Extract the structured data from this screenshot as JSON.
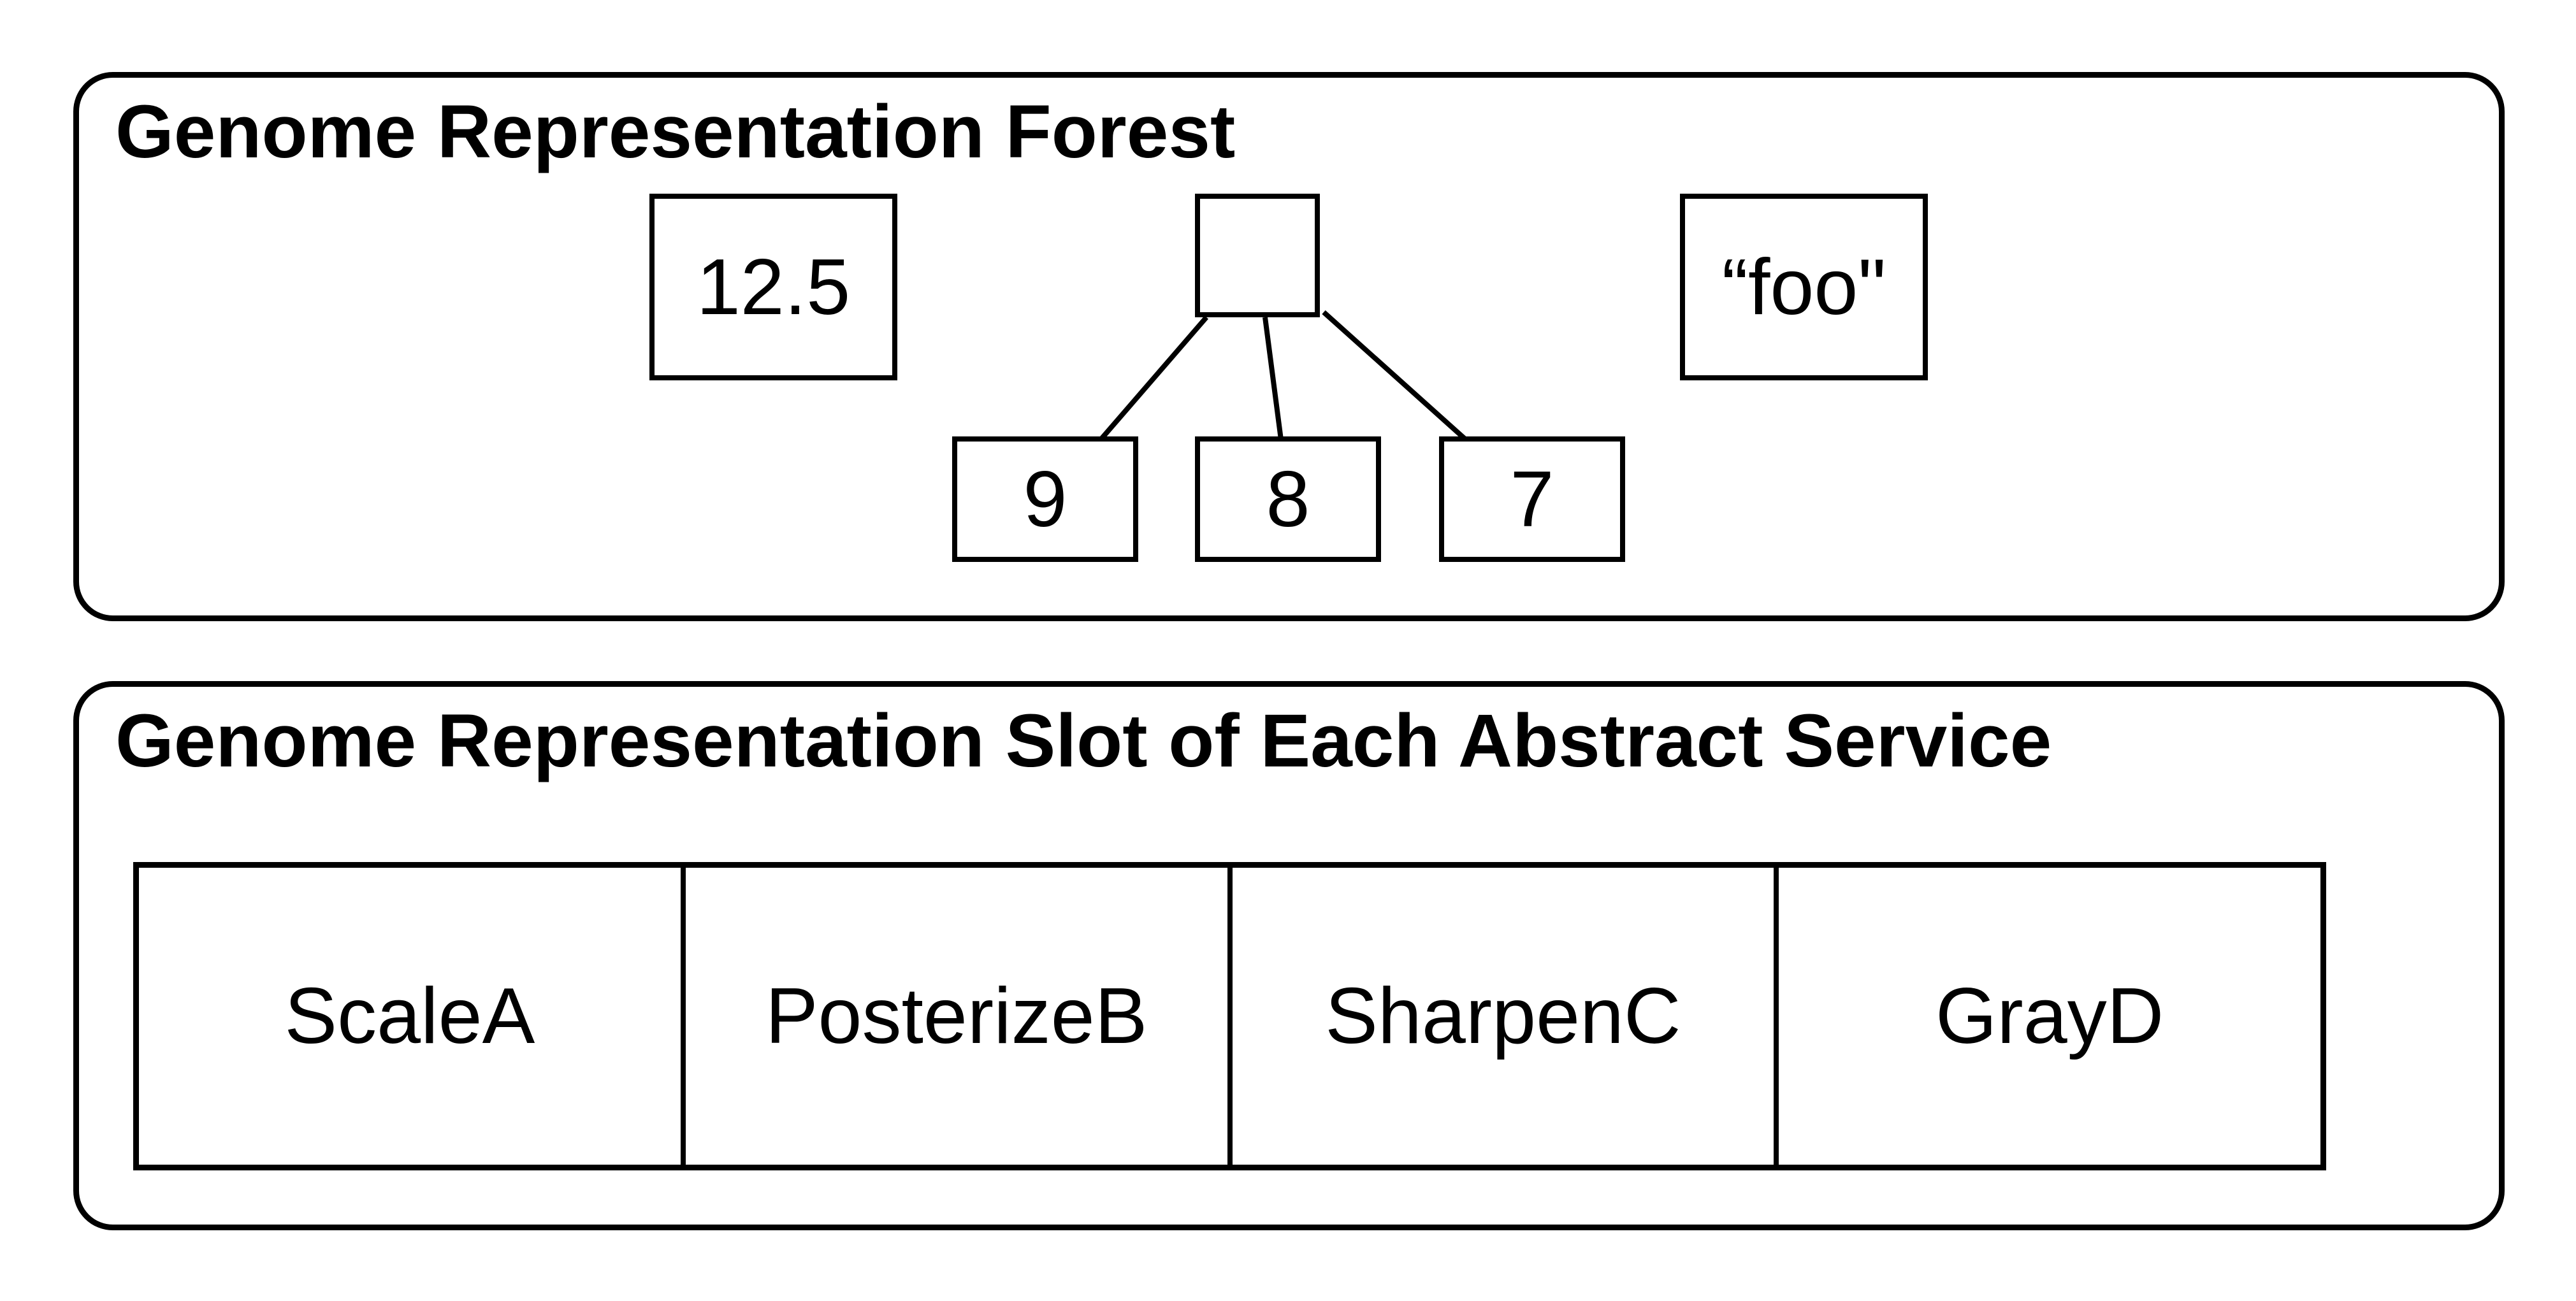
{
  "forest": {
    "title": "Genome Representation Forest",
    "leaf_a": "12.5",
    "leaf_b": "“foo\"",
    "tree": {
      "root_label": "",
      "children": [
        "9",
        "8",
        "7"
      ]
    }
  },
  "slots": {
    "title": "Genome Representation Slot of Each Abstract Service",
    "items": [
      "ScaleA",
      "PosterizeB",
      "SharpenC",
      "GrayD"
    ]
  }
}
